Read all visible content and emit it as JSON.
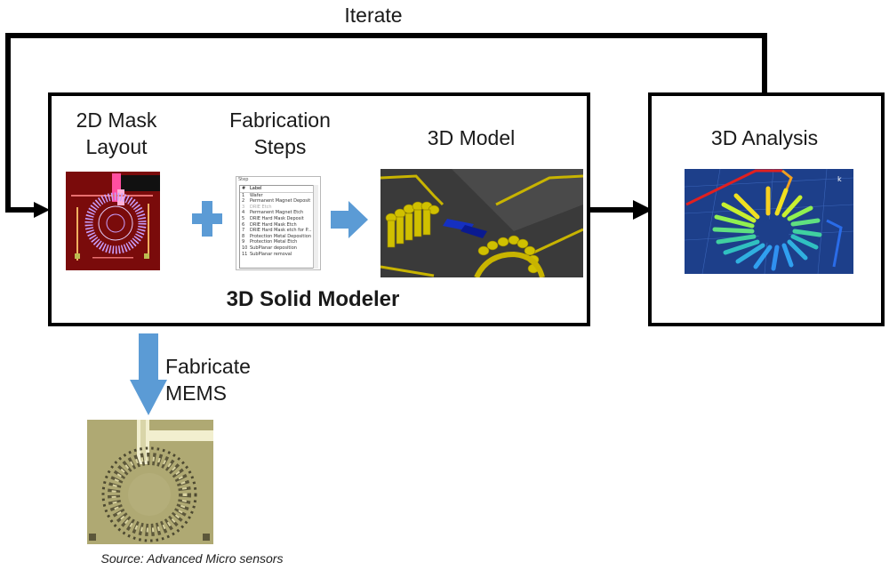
{
  "top_label": "Iterate",
  "mask": {
    "line1": "2D Mask",
    "line2": "Layout"
  },
  "fab": {
    "line1": "Fabrication",
    "line2": "Steps"
  },
  "model_label": "3D Model",
  "modeler_label": "3D Solid Modeler",
  "analysis_label": "3D Analysis",
  "fabricate": {
    "line1": "Fabricate",
    "line2": "MEMS"
  },
  "source_caption": "Source: Advanced Micro sensors",
  "steps_panel": {
    "title": "Step",
    "header_num": "#",
    "header_label": "Label",
    "steps": [
      {
        "n": "1",
        "label": "Wafer"
      },
      {
        "n": "2",
        "label": "Permanent Magnet Deposit"
      },
      {
        "n": "3",
        "label": "DRIE Etch"
      },
      {
        "n": "4",
        "label": "Permanent Magnet Etch"
      },
      {
        "n": "5",
        "label": "DRIE Hard Mask Deposit"
      },
      {
        "n": "6",
        "label": "DRIE Hard Mask Etch"
      },
      {
        "n": "7",
        "label": "DRIE Hard Mask etch for P..."
      },
      {
        "n": "8",
        "label": "Protection Metal Deposition"
      },
      {
        "n": "9",
        "label": "Protection Metal Etch"
      },
      {
        "n": "10",
        "label": "SubPlanar deposition"
      },
      {
        "n": "11",
        "label": "SubPlanar removal"
      }
    ]
  },
  "colors": {
    "arrow_blue": "#5b9bd5",
    "mask_bg": "#7a0b0b",
    "model_bg": "#3a3a3a",
    "analysis_bg": "#1d3f8a"
  }
}
